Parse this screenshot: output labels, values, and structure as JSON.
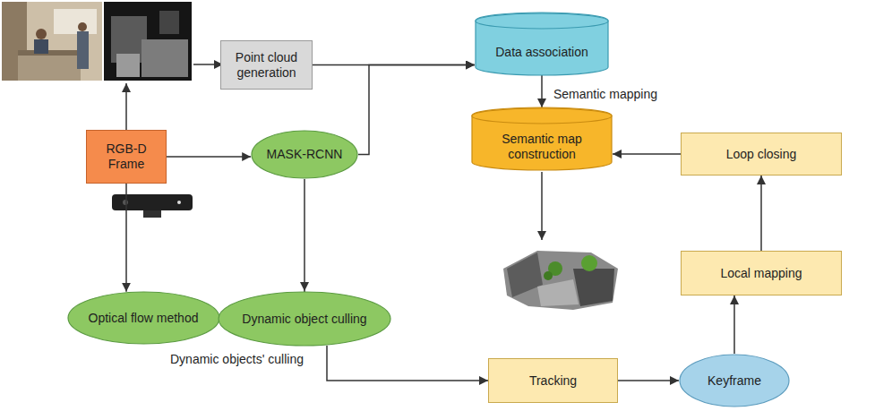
{
  "diagram": {
    "nodes": [
      {
        "text": [
          "Point cloud generation"
        ]
      },
      {
        "text": [
          "Data association"
        ]
      },
      {
        "text": [
          "RGB-D Frame"
        ]
      },
      {
        "text": [
          "MASK-RCNN"
        ]
      },
      {
        "text": [
          "Semantic map construction"
        ]
      },
      {
        "text": [
          "Loop closing"
        ]
      },
      {
        "text": [
          "Local mapping"
        ]
      },
      {
        "text": [
          "Optical flow method"
        ]
      },
      {
        "text": [
          "Dynamic object culling"
        ]
      },
      {
        "text": [
          "Tracking"
        ]
      },
      {
        "text": [
          "Keyframe"
        ]
      }
    ],
    "edges": [
      {
        "from": 0,
        "to": 1,
        "arrow": "to"
      },
      {
        "from": 3,
        "to": 1,
        "arrow": "to"
      },
      {
        "from": 2,
        "to": 3,
        "arrow": "to"
      },
      {
        "from": 2,
        "to": 7,
        "arrow": "to"
      },
      {
        "from": 3,
        "to": 8,
        "arrow": "to"
      },
      {
        "from": 7,
        "to": 8,
        "arrow": "to"
      },
      {
        "from": 8,
        "to": 9,
        "arrow": "to"
      },
      {
        "from": 9,
        "to": 10,
        "arrow": "to"
      },
      {
        "from": 10,
        "to": 6,
        "arrow": "to"
      },
      {
        "from": 6,
        "to": 5,
        "arrow": "to"
      },
      {
        "from": 5,
        "to": 4,
        "arrow": "to"
      },
      {
        "from": 1,
        "to": 4,
        "arrow": "to"
      }
    ],
    "labels": [
      "Semantic mapping",
      "Dynamic objects' culling"
    ]
  }
}
